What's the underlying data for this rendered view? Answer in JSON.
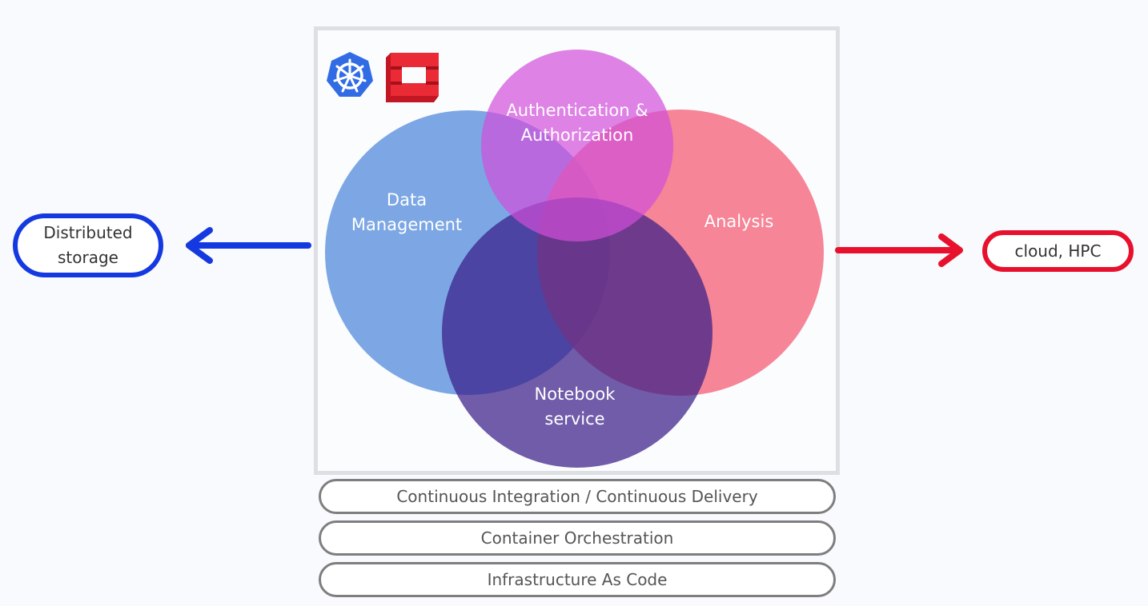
{
  "diagram": {
    "circles": {
      "authentication": {
        "label_line1": "Authentication &",
        "label_line2": "Authorization",
        "color": "#d760dd"
      },
      "data_management": {
        "label_line1": "Data",
        "label_line2": "Management",
        "color": "#6a9be0"
      },
      "analysis": {
        "label": "Analysis",
        "color": "#f46a80"
      },
      "notebook": {
        "label_line1": "Notebook",
        "label_line2": "service",
        "color": "#4f3a98"
      }
    },
    "layers": [
      {
        "label": "Continuous Integration / Continuous Delivery"
      },
      {
        "label": "Container Orchestration"
      },
      {
        "label": "Infrastructure As Code"
      }
    ],
    "left_target": {
      "label_line1": "Distributed",
      "label_line2": "storage",
      "color": "#1539e0"
    },
    "right_target": {
      "label": "cloud, HPC",
      "color": "#e8112d"
    },
    "logos": {
      "kubernetes": "kubernetes-logo",
      "openstack": "openstack-logo"
    }
  }
}
